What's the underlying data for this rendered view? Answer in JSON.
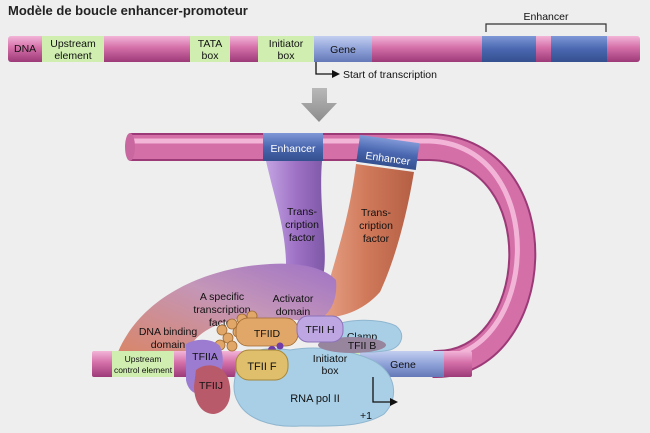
{
  "title": "Modèle de boucle enhancer-promoteur",
  "colors": {
    "dna": "#d46fa8",
    "dna_dark": "#9c3a78",
    "gene": "#8fa2d8",
    "enhancer": "#4a67b0",
    "box": "#cfeeb0",
    "arrow": "#9a9a9a",
    "purple_factor": "#9f72c6",
    "orange_factor": "#d0795a",
    "rna_pol": "#a8cfe6",
    "tfiid": "#e0a768",
    "tfiif": "#dfbe6c",
    "tfiih": "#bda6e2",
    "tfiib": "#97859e",
    "tfiia": "#9b7cd0",
    "tfiij": "#b85a6a"
  },
  "top_strand": {
    "dna": "DNA",
    "upstream_element": [
      "Upstream",
      "element"
    ],
    "tata_box": [
      "TATA",
      "box"
    ],
    "initiator_box": [
      "Initiator",
      "box"
    ],
    "gene": "Gene",
    "start_of_transcription": "Start of transcription",
    "enhancer_bracket": "Enhancer"
  },
  "loop": {
    "enhancer_left": "Enhancer",
    "enhancer_right": "Enhancer",
    "tf_left": [
      "Trans-",
      "cription",
      "factor"
    ],
    "tf_right": [
      "Trans-",
      "cription",
      "factor"
    ],
    "specific_factor": [
      "A specific",
      "transcription",
      "factor"
    ],
    "dna_binding_domain": [
      "DNA binding",
      "domain"
    ],
    "activator_domain": [
      "Activator",
      "domain"
    ],
    "tfiid": "TFIID",
    "tfiih": "TFII H",
    "clamp": "Clamp",
    "tfiib": "TFII B",
    "tfiia": "TFIIA",
    "tfiif": "TFII F",
    "tfiij": "TFIIJ",
    "upstream_control_element": [
      "Upstream",
      "control element"
    ],
    "initiator_box": [
      "Initiator",
      "box"
    ],
    "gene": "Gene",
    "rna_pol": "RNA pol II",
    "plus_one": "+1"
  }
}
